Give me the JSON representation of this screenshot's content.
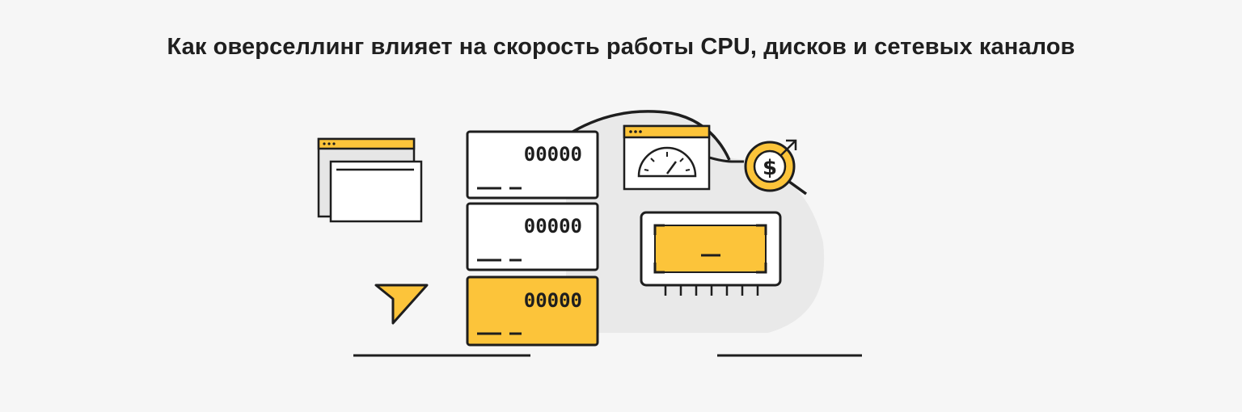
{
  "title": "Как оверселлинг влияет на скорость работы CPU, дисков и сетевых каналов",
  "illustration": {
    "server_units": [
      {
        "indicator": "00000"
      },
      {
        "indicator": "00000"
      },
      {
        "indicator": "00000"
      }
    ],
    "colors": {
      "accent": "#fcc43a",
      "stroke": "#1e1e1e",
      "background": "#f6f6f6",
      "cloud": "#e9e9e9",
      "panel": "#ffffff"
    },
    "icons": [
      "browser-windows-icon",
      "server-rack-icon",
      "speedometer-window-icon",
      "dollar-magnifier-icon",
      "cpu-chip-icon",
      "funnel-icon"
    ]
  }
}
